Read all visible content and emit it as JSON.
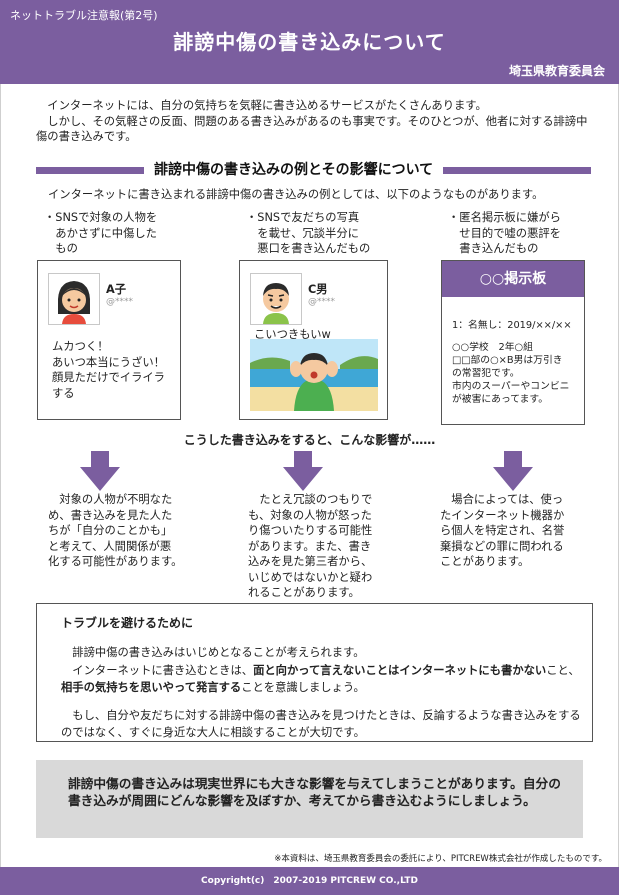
{
  "header": {
    "issue": "ネットトラブル注意報(第2号)",
    "title": "誹謗中傷の書き込みについて",
    "org": "埼玉県教育委員会",
    "color": "#7b5e9f"
  },
  "intro": [
    "インターネットには、自分の気持ちを気軽に書き込めるサービスがたくさんあります。",
    "しかし、その気軽さの反面、問題のある書き込みがあるのも事実です。そのひとつが、他者に対する誹謗中傷の書き込みです。"
  ],
  "section": {
    "heading": "誹謗中傷の書き込みの例とその影響について",
    "lead": "インターネットに書き込まれる誹謗中傷の書き込みの例としては、以下のようなものがあります。"
  },
  "examples": [
    {
      "caption": "・SNSで対象の人物を\n　あかさずに中傷した\n　もの",
      "user_name": "A子",
      "user_handle": "@****",
      "post": "ムカつく！\nあいつ本当にうざい！\n顔見ただけでイライラ\nする"
    },
    {
      "caption": "・SNSで友だちの写真\n　を載せ、冗談半分に\n　悪口を書き込んだもの",
      "user_name": "C男",
      "user_handle": "@****",
      "post": "こいつきもいw"
    },
    {
      "caption": "・匿名掲示板に嫌がら\n　せ目的で嘘の悪評を\n　書き込んだもの",
      "board_title": "○○掲示板",
      "board_meta": "1：名無し：2019/××/××",
      "board_post": "○○学校　2年○組\n□□部の○×B男は万引き\nの常習犯です。\n市内のスーパーやコンビニ\nが被害にあってます。"
    }
  ],
  "effects": {
    "heading": "こうした書き込みをすると、こんな影響が……",
    "items": [
      "　対象の人物が不明なた\nめ、書き込みを見た人た\nちが「自分のことかも」\nと考えて、人間関係が悪\n化する可能性があります。",
      "　たとえ冗談のつもりで\nも、対象の人物が怒った\nり傷ついたりする可能性\nがあります。また、書き\n込みを見た第三者から、\nいじめではないかと疑わ\nれることがあります。",
      "　場合によっては、使っ\nたインターネット機器か\nら個人を特定され、名誉\n棄損などの罪に問われる\nことがあります。"
    ]
  },
  "tips": {
    "title": "トラブルを避けるために",
    "p1": "誹謗中傷の書き込みはいじめとなることが考えられます。",
    "p2_a": "インターネットに書き込むときは、",
    "p2_b": "面と向かって言えないことはインターネットにも書かない",
    "p2_c": "こと、",
    "p2_d": "相手の気持ちを思いやって発言する",
    "p2_e": "ことを意識しましょう。",
    "p3": "もし、自分や友だちに対する誹謗中傷の書き込みを見つけたときは、反論するような書き込みをするのではなく、すぐに身近な大人に相談することが大切です。"
  },
  "summary": "誹謗中傷の書き込みは現実世界にも大きな影響を与えてしまうことがあります。自分の書き込みが周囲にどんな影響を及ぼすか、考えてから書き込むようにしましょう。",
  "note": "※本資料は、埼玉県教育委員会の委託により、PITCREW株式会社が作成したものです。",
  "footer": "Copyright(c)　2007-2019 PITCREW CO.,LTD"
}
